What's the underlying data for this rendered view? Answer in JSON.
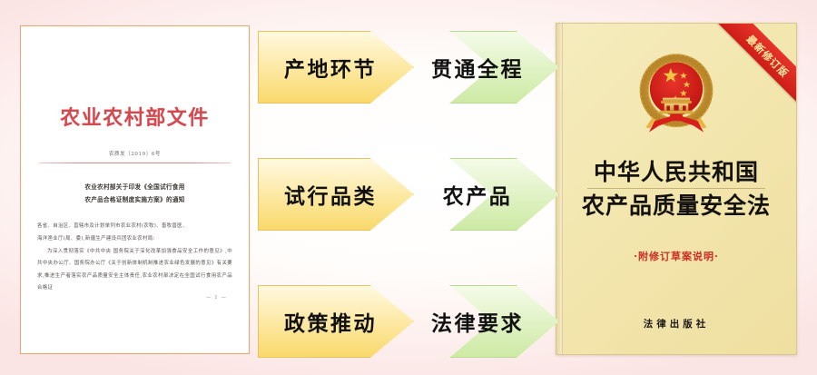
{
  "document": {
    "title": "农业农村部文件",
    "doc_number": "农质发〔2019〕6号",
    "subject_line1": "农业农村部关于印发《全国试行食用",
    "subject_line2": "农产品合格证制度实施方案》的通知",
    "body_paragraphs": [
      "各省、自治区、直辖市及计划单列市农业农村(农牧)、畜牧兽医、",
      "海洋渔业厅(局、委),新疆生产建设兵团农业农村局:",
      "为深入贯彻落实《中共中央 国务院关于深化改革加强食品安全工作的意见》,中共中央办公厅、国务院办公厅《关于创新体制机制推进农业绿色发展的意见》有关要求,推进生产者落实农产品质量安全主体责任,农业农村部决定在全国试行食用农产品合格证"
    ],
    "page_number": "— 1 —"
  },
  "flow": {
    "rows": [
      {
        "left_label": "产地环节",
        "right_label": "贯通全程"
      },
      {
        "left_label": "试行品类",
        "right_label": "农产品"
      },
      {
        "left_label": "政策推动",
        "right_label": "法律要求"
      }
    ],
    "colors": {
      "left_accent": "#f9d96b",
      "right_accent": "#cdeaa4",
      "label_color": "#111111"
    }
  },
  "book": {
    "ribbon_text": "最新修订版",
    "title_line1": "中华人民共和国",
    "title_line2": "农产品质量安全法",
    "subtitle": "·附修订草案说明·",
    "publisher": "法律出版社",
    "colors": {
      "cover": "#f3e7b0",
      "ribbon": "#e8342b",
      "subtitle": "#cc2b23"
    }
  }
}
